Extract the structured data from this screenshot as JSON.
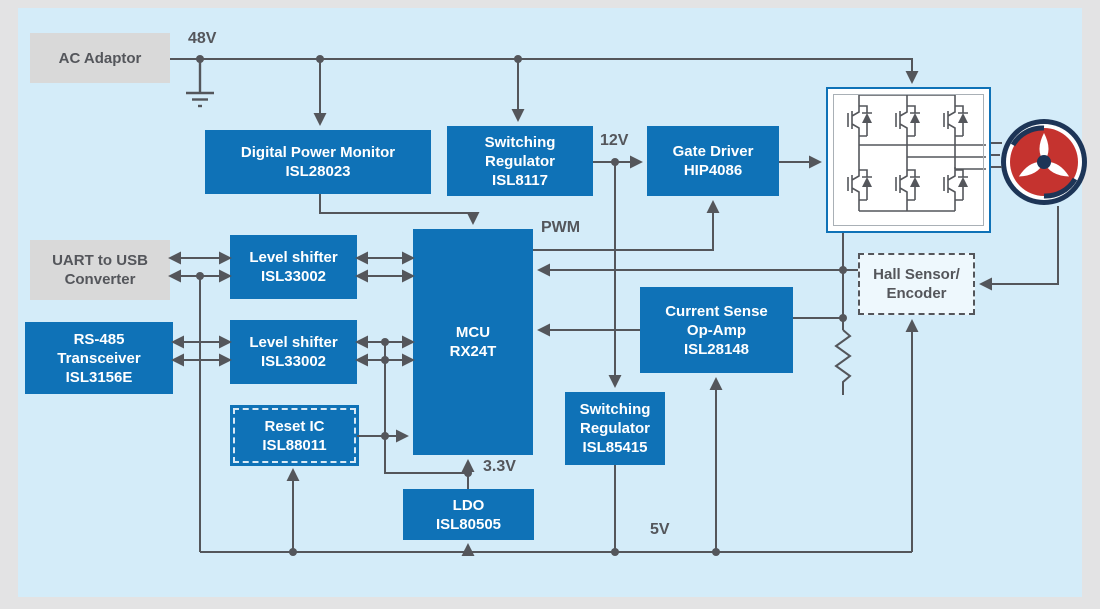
{
  "labels": {
    "v48": "48V",
    "v12": "12V",
    "pwm": "PWM",
    "v3_3": "3.3V",
    "v5": "5V"
  },
  "blocks": {
    "ac_adaptor": {
      "line1": "AC Adaptor"
    },
    "digital_power_monitor": {
      "line1": "Digital Power Monitor",
      "line2": "ISL28023"
    },
    "switching_regulator_12v": {
      "line1": "Switching",
      "line2": "Regulator",
      "line3": "ISL8117"
    },
    "gate_driver": {
      "line1": "Gate Driver",
      "line2": "HIP4086"
    },
    "uart_usb_converter": {
      "line1": "UART to USB",
      "line2": "Converter"
    },
    "level_shifter_top": {
      "line1": "Level shifter",
      "line2": "ISL33002"
    },
    "level_shifter_bottom": {
      "line1": "Level shifter",
      "line2": "ISL33002"
    },
    "mcu": {
      "line1": "MCU",
      "line2": "RX24T"
    },
    "rs485_transceiver": {
      "line1": "RS-485",
      "line2": "Transceiver",
      "line3": "ISL3156E"
    },
    "reset_ic": {
      "line1": "Reset IC",
      "line2": "ISL88011"
    },
    "ldo": {
      "line1": "LDO",
      "line2": "ISL80505"
    },
    "switching_regulator_5v": {
      "line1": "Switching",
      "line2": "Regulator",
      "line3": "ISL85415"
    },
    "current_sense_opamp": {
      "line1": "Current Sense",
      "line2": "Op-Amp",
      "line3": "ISL28148"
    },
    "hall_sensor_encoder": {
      "line1": "Hall Sensor/",
      "line2": "Encoder"
    }
  },
  "icons": {
    "ground_icon": "ground symbol",
    "inverter_bridge_icon": "three-phase inverter bridge with flyback diodes",
    "motor_icon": "motor",
    "shunt_resistor_icon": "shunt resistor",
    "junction_dot": "wire junction"
  },
  "colors": {
    "block_blue": "#0f72b7",
    "gray_box": "#d9d9d9",
    "panel_bg": "#d4ecf9",
    "outer_bg": "#e3e3e4",
    "wire": "#54565b",
    "text_dark": "#54565b",
    "motor_red": "#c5332f",
    "motor_navy": "#1d3557"
  }
}
